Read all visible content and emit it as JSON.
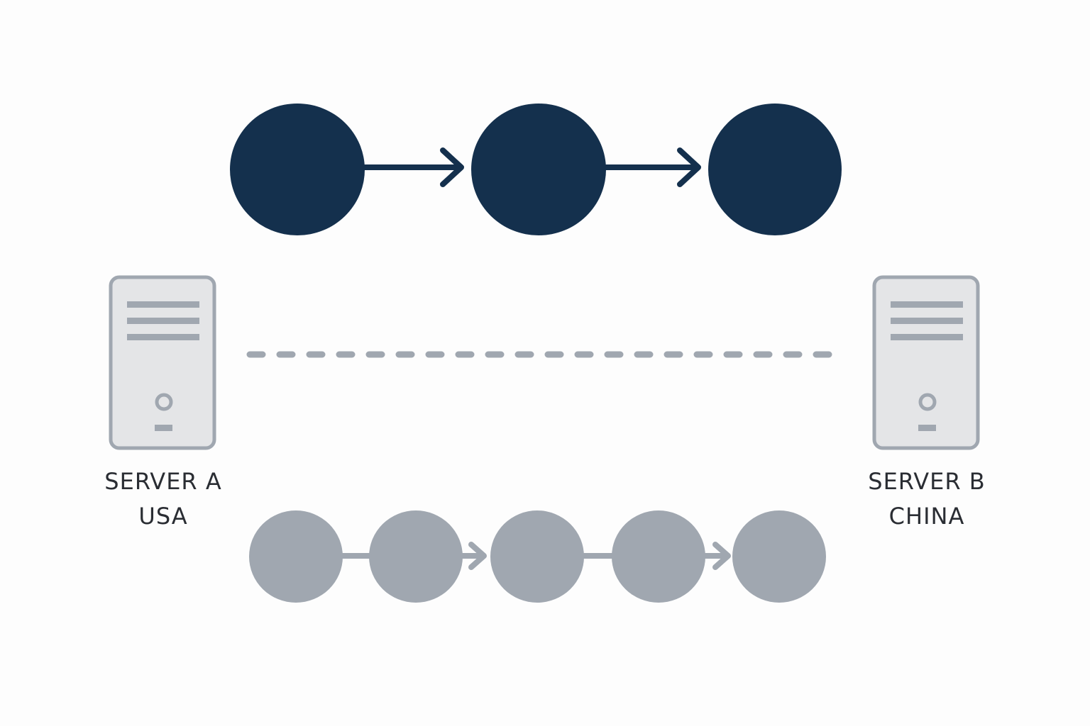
{
  "colors": {
    "background": "#fdfdfd",
    "fast_path": "#14304d",
    "slow_path": "#a0a7b0",
    "server_fill": "#e4e5e7",
    "server_stroke": "#a0a7b0",
    "link": "#a0a7b0",
    "label_text": "#2a2d33"
  },
  "servers": [
    {
      "id": "a",
      "icon": "server-tower-icon",
      "name": "SERVER A",
      "location": "USA"
    },
    {
      "id": "b",
      "icon": "server-tower-icon",
      "name": "SERVER B",
      "location": "CHINA"
    }
  ],
  "fast_path": {
    "node_count": 3,
    "arrows_between": [
      [
        0,
        1
      ],
      [
        1,
        2
      ]
    ]
  },
  "slow_path": {
    "node_count": 5,
    "arrows_between": [
      [
        1,
        2
      ],
      [
        3,
        4
      ]
    ],
    "plain_links_between": [
      [
        0,
        1
      ],
      [
        2,
        3
      ]
    ]
  },
  "direct_link": {
    "style": "dashed"
  }
}
